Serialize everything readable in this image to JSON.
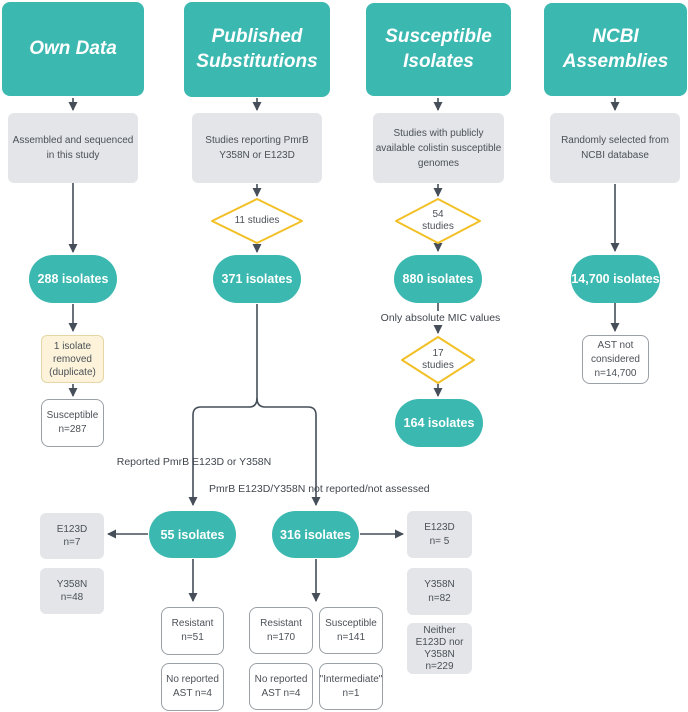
{
  "title": "Isolate selection flowchart",
  "colors": {
    "teal": "#3bb8b0",
    "line": "#454e59",
    "gray_box": "#e3e5e8",
    "diamond_border": "#f2c027",
    "yellow_box_fill": "#fcf3da",
    "yellow_box_border": "#e5d6a4",
    "white_box_border": "#9aa0a6"
  },
  "columns": [
    {
      "header": "Own Data",
      "description": "Assembled and sequenced\nin this study",
      "count": "288 isolates"
    },
    {
      "header": "Published\nSubstitutions",
      "description": "Studies reporting PmrB\nY358N or E123D",
      "studies": "11 studies",
      "count": "371 isolates"
    },
    {
      "header": "Susceptible\nIsolates",
      "description": "Studies with publicly\navailable colistin susceptible\ngenomes",
      "studies": "54\nstudies",
      "count": "880 isolates",
      "mic_label": "Only absolute MIC values",
      "studies2": "17\nstudies",
      "count2": "164 isolates"
    },
    {
      "header": "NCBI\nAssemblies",
      "description": "Randomly selected from\nNCBI database",
      "count": "14,700 isolates",
      "ast_note": "AST not\nconsidered\nn=14,700"
    }
  ],
  "own": {
    "removed": "1 isolate\nremoved\n(duplicate)",
    "susceptible": "Susceptible\nn=287"
  },
  "branch": {
    "left_label": "Reported PmrB E123D or Y358N",
    "right_label": "PmrB E123D/Y358N not reported/not assessed",
    "left_count": "55 isolates",
    "right_count": "316 isolates"
  },
  "left": {
    "e123d": "E123D\nn=7",
    "y358n": "Y358N\nn=48",
    "resistant": "Resistant\nn=51",
    "no_ast": "No reported\nAST n=4"
  },
  "right": {
    "resistant": "Resistant\nn=170",
    "susceptible": "Susceptible\nn=141",
    "no_ast": "No reported\nAST n=4",
    "intermediate": "\"Intermediate\"\nn=1",
    "e123d": "E123D\nn= 5",
    "y358n": "Y358N\nn=82",
    "neither": "Neither\nE123D nor\nY358N\nn=229"
  }
}
